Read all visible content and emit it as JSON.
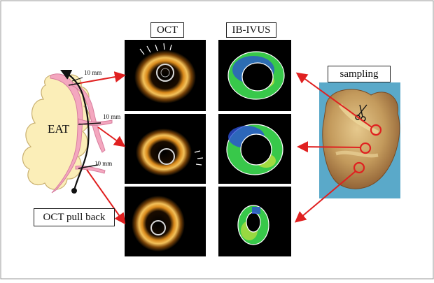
{
  "labels": {
    "oct": "OCT",
    "ib_ivus": "IB-IVUS",
    "sampling": "sampling",
    "eat": "EAT",
    "pull_back": "OCT pull back",
    "distances": [
      "10 mm",
      "10 mm",
      "10 mm"
    ]
  },
  "colors": {
    "artery": "#f4a7bf",
    "fat": "#fbeeb8",
    "arrow": "#e02020",
    "oct_background": "#000000",
    "ivus_green": "#38c84a",
    "ivus_blue": "#2a4fd6",
    "ivus_yellow": "#e8e83a",
    "heart": "#c9a26a",
    "heart_background": "#5aa9c9"
  },
  "icons": [
    "scissors-icon"
  ]
}
